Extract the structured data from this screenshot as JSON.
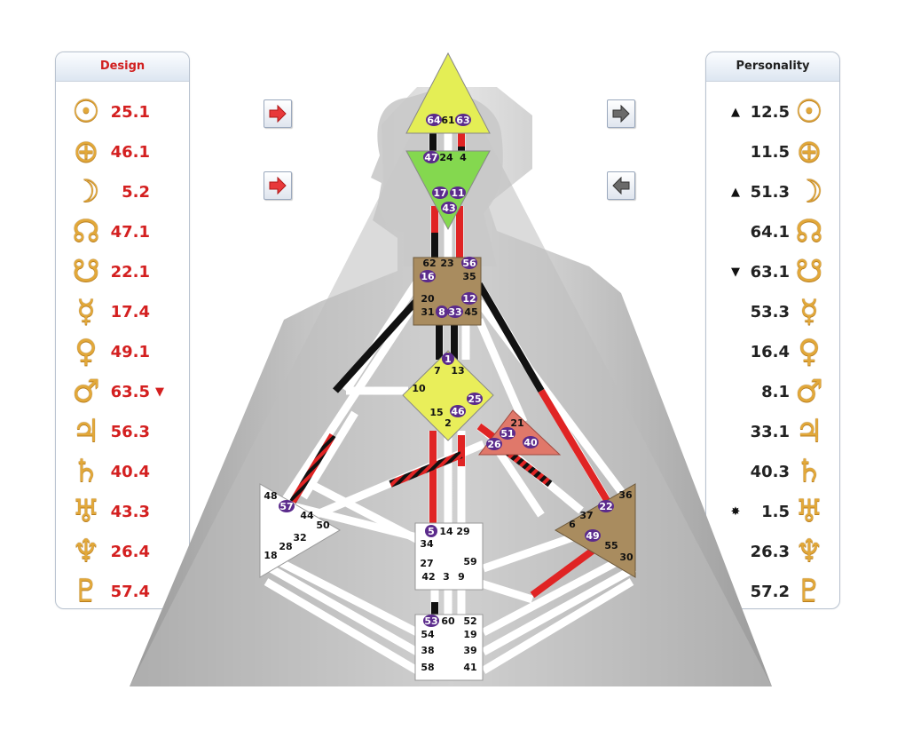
{
  "design": {
    "title": "Design",
    "rows": [
      {
        "icon": "sun-icon",
        "glyph": "☉",
        "value": "25.1",
        "mark": ""
      },
      {
        "icon": "earth-icon",
        "glyph": "⊕",
        "value": "46.1",
        "mark": ""
      },
      {
        "icon": "moon-icon",
        "glyph": "☽",
        "value": "5.2",
        "mark": ""
      },
      {
        "icon": "north-node-icon",
        "glyph": "☊",
        "value": "47.1",
        "mark": ""
      },
      {
        "icon": "south-node-icon",
        "glyph": "☋",
        "value": "22.1",
        "mark": ""
      },
      {
        "icon": "mercury-icon",
        "glyph": "☿",
        "value": "17.4",
        "mark": ""
      },
      {
        "icon": "venus-icon",
        "glyph": "♀",
        "value": "49.1",
        "mark": ""
      },
      {
        "icon": "mars-icon",
        "glyph": "♂",
        "value": "63.5",
        "mark": "▼"
      },
      {
        "icon": "jupiter-icon",
        "glyph": "♃",
        "value": "56.3",
        "mark": ""
      },
      {
        "icon": "saturn-icon",
        "glyph": "♄",
        "value": "40.4",
        "mark": ""
      },
      {
        "icon": "uranus-icon",
        "glyph": "♅",
        "value": "43.3",
        "mark": ""
      },
      {
        "icon": "neptune-icon",
        "glyph": "♆",
        "value": "26.4",
        "mark": ""
      },
      {
        "icon": "pluto-icon",
        "glyph": "♇",
        "value": "57.4",
        "mark": ""
      }
    ]
  },
  "personality": {
    "title": "Personality",
    "rows": [
      {
        "icon": "sun-icon",
        "glyph": "☉",
        "value": "12.5",
        "mark": "▲"
      },
      {
        "icon": "earth-icon",
        "glyph": "⊕",
        "value": "11.5",
        "mark": ""
      },
      {
        "icon": "moon-icon",
        "glyph": "☽",
        "value": "51.3",
        "mark": "▲"
      },
      {
        "icon": "north-node-icon",
        "glyph": "☊",
        "value": "64.1",
        "mark": ""
      },
      {
        "icon": "south-node-icon",
        "glyph": "☋",
        "value": "63.1",
        "mark": "▼"
      },
      {
        "icon": "mercury-icon",
        "glyph": "☿",
        "value": "53.3",
        "mark": ""
      },
      {
        "icon": "venus-icon",
        "glyph": "♀",
        "value": "16.4",
        "mark": ""
      },
      {
        "icon": "mars-icon",
        "glyph": "♂",
        "value": "8.1",
        "mark": ""
      },
      {
        "icon": "jupiter-icon",
        "glyph": "♃",
        "value": "33.1",
        "mark": ""
      },
      {
        "icon": "saturn-icon",
        "glyph": "♄",
        "value": "40.3",
        "mark": ""
      },
      {
        "icon": "uranus-icon",
        "glyph": "♅",
        "value": "1.5",
        "mark": "✸"
      },
      {
        "icon": "neptune-icon",
        "glyph": "♆",
        "value": "26.3",
        "mark": ""
      },
      {
        "icon": "pluto-icon",
        "glyph": "♇",
        "value": "57.2",
        "mark": ""
      }
    ]
  },
  "arrows": [
    {
      "name": "design-arrow-top",
      "icon": "arrow-right-icon",
      "color": "#e8383a"
    },
    {
      "name": "design-arrow-bottom",
      "icon": "arrow-right-icon",
      "color": "#e8383a"
    },
    {
      "name": "personality-arrow-top",
      "icon": "arrow-right-icon",
      "color": "#666666"
    },
    {
      "name": "personality-arrow-bottom",
      "icon": "arrow-left-icon",
      "color": "#666666"
    }
  ],
  "colors": {
    "design": "#e02424",
    "personality": "#111111",
    "defined_head": "#e9f25a",
    "defined_ajna": "#7ed957",
    "defined_brown": "#a88a5f",
    "defined_g": "#e9ee5a",
    "defined_ego": "#e0786a",
    "gate_badge": "#5b2b8c"
  },
  "centers": {
    "head": {
      "gates": [
        {
          "n": "64",
          "active": true
        },
        {
          "n": "61",
          "active": false
        },
        {
          "n": "63",
          "active": true
        }
      ]
    },
    "ajna": {
      "gates": [
        {
          "n": "47",
          "active": true
        },
        {
          "n": "24",
          "active": false
        },
        {
          "n": "4",
          "active": false
        },
        {
          "n": "17",
          "active": true
        },
        {
          "n": "11",
          "active": true
        },
        {
          "n": "43",
          "active": true
        }
      ]
    },
    "throat": {
      "gates": [
        {
          "n": "62",
          "active": false
        },
        {
          "n": "23",
          "active": false
        },
        {
          "n": "56",
          "active": true
        },
        {
          "n": "16",
          "active": true
        },
        {
          "n": "35",
          "active": false
        },
        {
          "n": "20",
          "active": false
        },
        {
          "n": "12",
          "active": true
        },
        {
          "n": "31",
          "active": false
        },
        {
          "n": "8",
          "active": true
        },
        {
          "n": "33",
          "active": true
        },
        {
          "n": "45",
          "active": false
        }
      ]
    },
    "g": {
      "gates": [
        {
          "n": "1",
          "active": true
        },
        {
          "n": "7",
          "active": false
        },
        {
          "n": "13",
          "active": false
        },
        {
          "n": "10",
          "active": false
        },
        {
          "n": "25",
          "active": true
        },
        {
          "n": "15",
          "active": false
        },
        {
          "n": "46",
          "active": true
        },
        {
          "n": "2",
          "active": false
        }
      ]
    },
    "ego": {
      "gates": [
        {
          "n": "21",
          "active": false
        },
        {
          "n": "51",
          "active": true
        },
        {
          "n": "26",
          "active": true
        },
        {
          "n": "40",
          "active": true
        }
      ]
    },
    "spleen": {
      "gates": [
        {
          "n": "48",
          "active": false
        },
        {
          "n": "57",
          "active": true
        },
        {
          "n": "44",
          "active": false
        },
        {
          "n": "50",
          "active": false
        },
        {
          "n": "32",
          "active": false
        },
        {
          "n": "28",
          "active": false
        },
        {
          "n": "18",
          "active": false
        }
      ]
    },
    "sacral": {
      "gates": [
        {
          "n": "5",
          "active": true
        },
        {
          "n": "14",
          "active": false
        },
        {
          "n": "29",
          "active": false
        },
        {
          "n": "34",
          "active": false
        },
        {
          "n": "27",
          "active": false
        },
        {
          "n": "59",
          "active": false
        },
        {
          "n": "42",
          "active": false
        },
        {
          "n": "3",
          "active": false
        },
        {
          "n": "9",
          "active": false
        }
      ]
    },
    "solar_plexus": {
      "gates": [
        {
          "n": "36",
          "active": false
        },
        {
          "n": "22",
          "active": true
        },
        {
          "n": "37",
          "active": false
        },
        {
          "n": "6",
          "active": false
        },
        {
          "n": "49",
          "active": true
        },
        {
          "n": "55",
          "active": false
        },
        {
          "n": "30",
          "active": false
        }
      ]
    },
    "root": {
      "gates": [
        {
          "n": "53",
          "active": true
        },
        {
          "n": "60",
          "active": false
        },
        {
          "n": "52",
          "active": false
        },
        {
          "n": "54",
          "active": false
        },
        {
          "n": "19",
          "active": false
        },
        {
          "n": "38",
          "active": false
        },
        {
          "n": "39",
          "active": false
        },
        {
          "n": "58",
          "active": false
        },
        {
          "n": "41",
          "active": false
        }
      ]
    }
  }
}
